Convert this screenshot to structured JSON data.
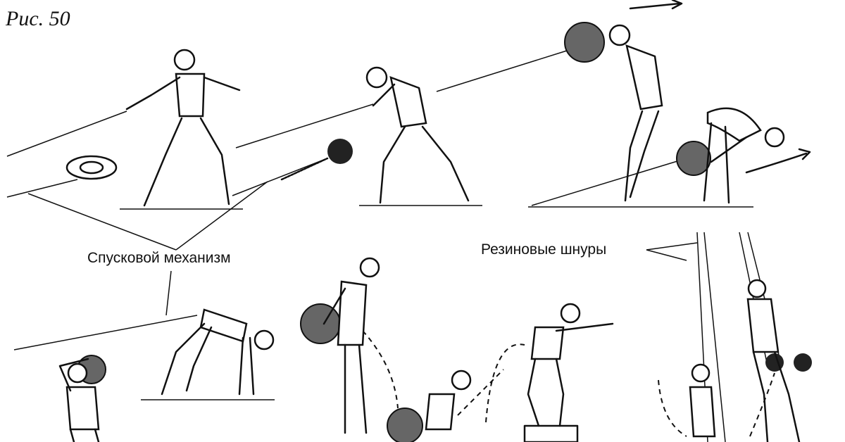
{
  "figure_label": "Рис. 50",
  "labels": {
    "trigger_mechanism": "Спусковой механизм",
    "rubber_cords": "Резиновые шнуры"
  }
}
